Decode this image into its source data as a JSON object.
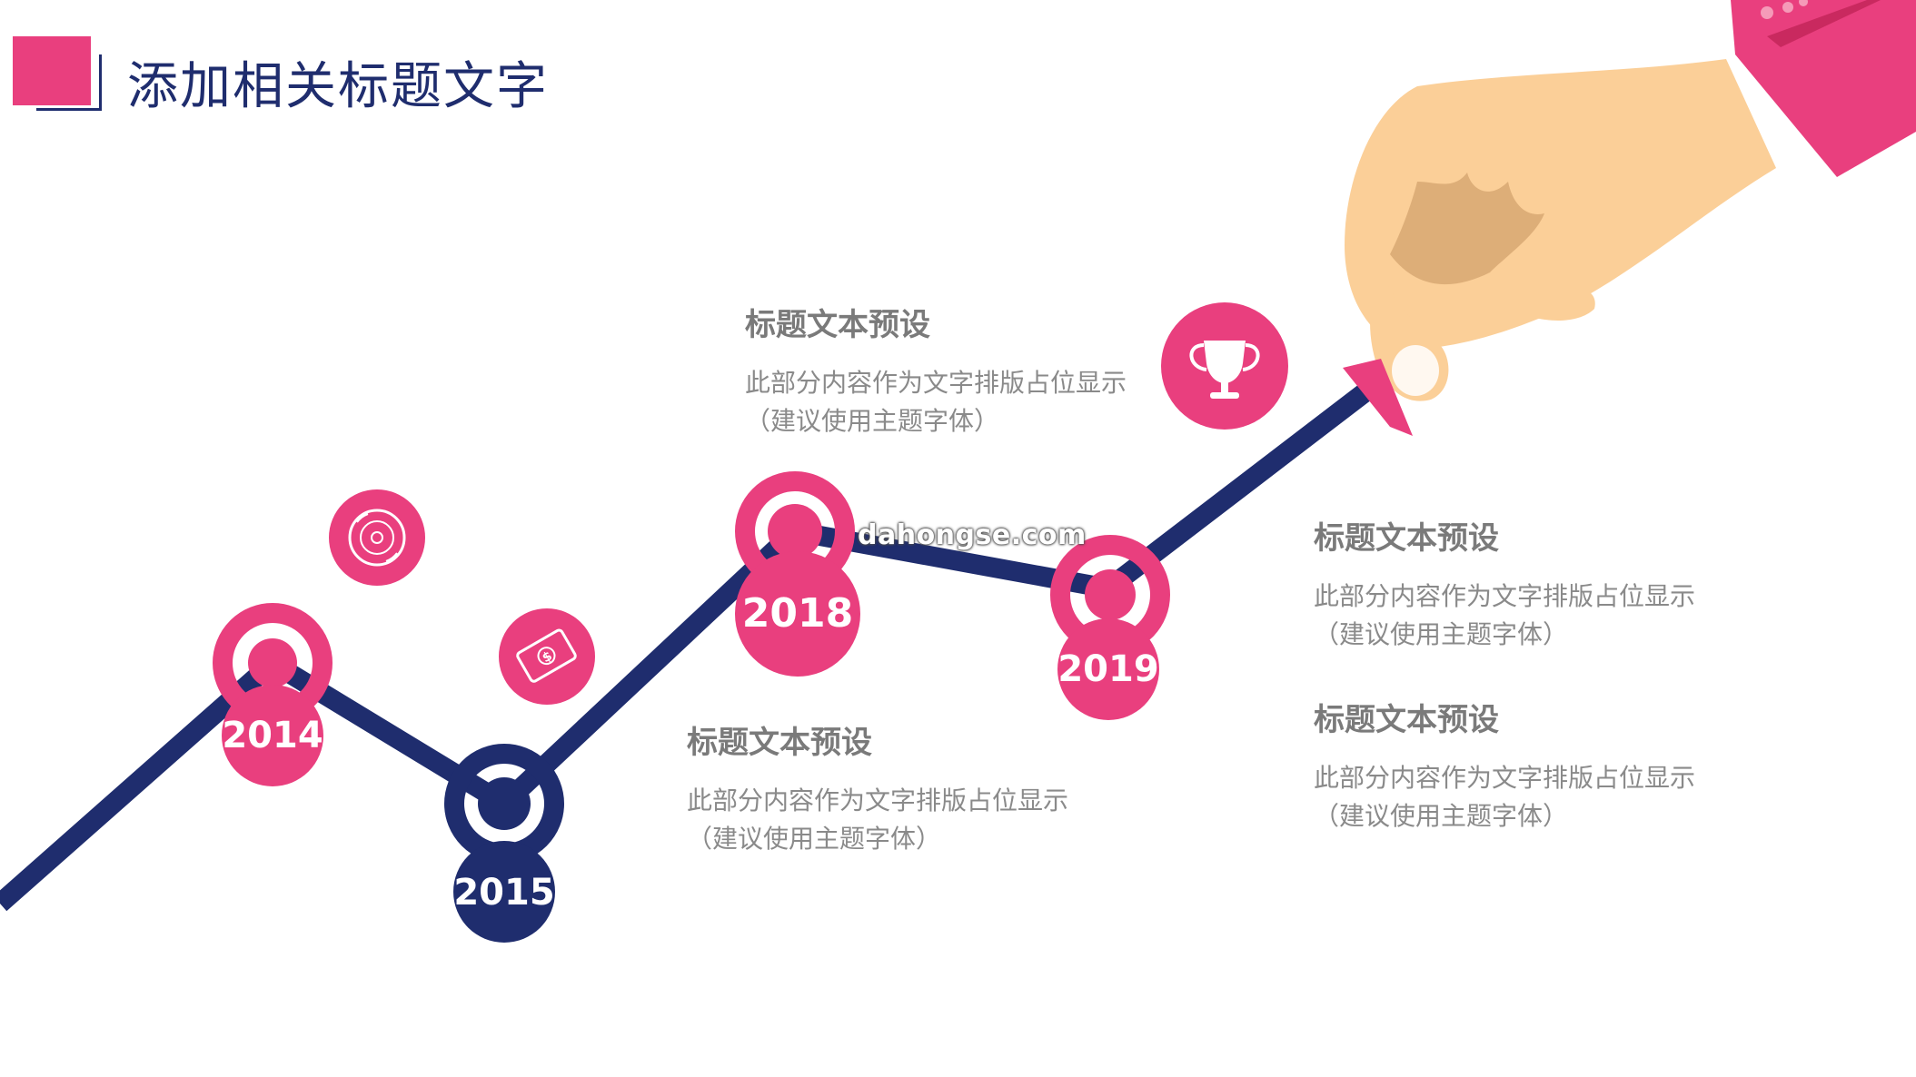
{
  "header": {
    "title": "添加相关标题文字"
  },
  "milestones": [
    {
      "year": "2014",
      "color": "#e93f7e"
    },
    {
      "year": "2015",
      "color": "#1f2d6e"
    },
    {
      "year": "2018",
      "color": "#e93f7e"
    },
    {
      "year": "2019",
      "color": "#e93f7e"
    }
  ],
  "blocks": [
    {
      "title": "标题文本预设",
      "line1": "此部分内容作为文字排版占位显示",
      "line2": "（建议使用主题字体）"
    },
    {
      "title": "标题文本预设",
      "line1": "此部分内容作为文字排版占位显示",
      "line2": "（建议使用主题字体）"
    },
    {
      "title": "标题文本预设",
      "line1": "此部分内容作为文字排版占位显示",
      "line2": "（建议使用主题字体）"
    },
    {
      "title": "标题文本预设",
      "line1": "此部分内容作为文字排版占位显示",
      "line2": "（建议使用主题字体）"
    }
  ],
  "icons": {
    "disc": "disc-icon",
    "money": "money-icon",
    "trophy": "trophy-icon"
  },
  "watermark": "dahongse.com",
  "colors": {
    "accent": "#e93f7e",
    "navy": "#1f2d6e",
    "skin": "#fbcf98",
    "skin_shadow": "#ddae78",
    "text_gray": "#7a7a7a"
  }
}
